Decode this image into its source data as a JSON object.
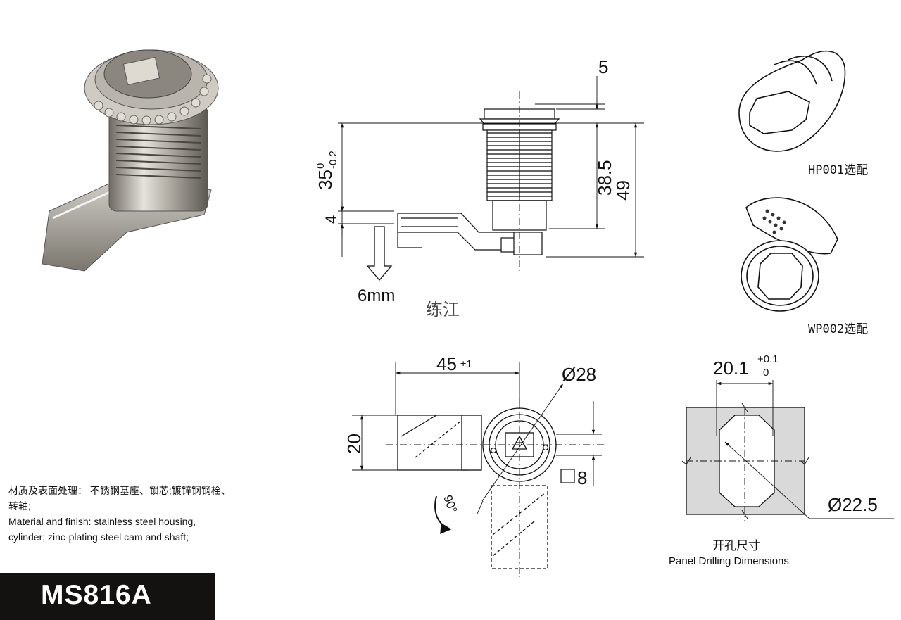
{
  "model": "MS816A",
  "watermark": "练江",
  "side_view": {
    "dim_top": "5",
    "dim_38": "38.5",
    "dim_49": "49",
    "dim_35_main": "35",
    "dim_35_tol_upper": "0",
    "dim_35_tol_lower": "-0.2",
    "dim_4": "4",
    "dim_6mm": "6mm"
  },
  "front_view": {
    "dim_45": "45",
    "dim_45_tol": "±1",
    "dim_d28": "Ø28",
    "dim_20": "20",
    "dim_sq8": "8",
    "rotation": "90°"
  },
  "options": [
    {
      "label": "HP001选配"
    },
    {
      "label": "WP002选配"
    }
  ],
  "panel": {
    "dim_width": "20.1",
    "tol_upper": "+0.1",
    "tol_lower": "0",
    "dim_hole": "Ø22.5",
    "title_cn": "开孔尺寸",
    "title_en": "Panel Drilling Dimensions"
  },
  "spec": {
    "cn_line1": "材质及表面处理： 不锈钢基座、锁芯;镀锌钢钢栓、",
    "cn_line2": "转轴;",
    "en_line1": "Material and finish: stainless steel housing,",
    "en_line2": "cylinder; zinc-plating steel cam and shaft;"
  }
}
